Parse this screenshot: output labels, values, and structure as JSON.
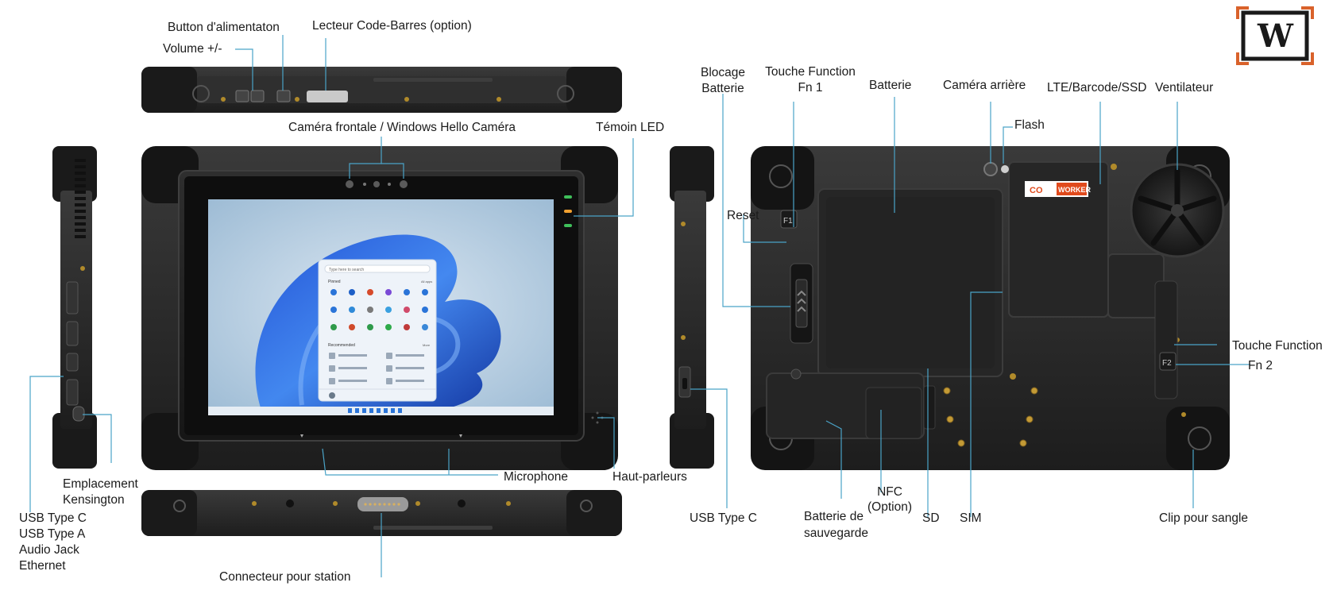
{
  "labels": {
    "power_button": "Button d'alimentaton",
    "volume": "Volume +/-",
    "barcode_reader": "Lecteur Code-Barres (option)",
    "front_camera": "Caméra frontale / Windows Hello Caméra",
    "led": "Témoin LED",
    "microphone": "Microphone",
    "speakers": "Haut-parleurs",
    "kensington_1": "Emplacement",
    "kensington_2": "Kensington",
    "ports": [
      "USB Type C",
      "USB Type A",
      "Audio Jack",
      "Ethernet"
    ],
    "dock_connector": "Connecteur pour station",
    "usb_c_side": "USB Type C",
    "battery_lock_1": "Blocage",
    "battery_lock_2": "Batterie",
    "fn1_1": "Touche Function",
    "fn1_2": "Fn 1",
    "battery": "Batterie",
    "rear_camera": "Caméra arrière",
    "flash": "Flash",
    "lte": "LTE/Barcode/SSD",
    "fan": "Ventilateur",
    "reset": "Reset",
    "fn2_1": "Touche Function",
    "fn2_2": "Fn 2",
    "backup_battery_1": "Batterie de",
    "backup_battery_2": "sauvegarde",
    "nfc_1": "NFC",
    "nfc_2": "(Option)",
    "sd": "SD",
    "sim": "SIM",
    "strap_clip": "Clip pour sangle"
  },
  "device_marks": {
    "brand_sticker_1": "CO",
    "brand_sticker_2": "WORKER",
    "key_f1": "F1",
    "key_f2": "F2",
    "search_placeholder": "Type here to search",
    "pinned": "Pinned",
    "recommended": "Recommended",
    "all_apps": "All apps",
    "more": "More"
  },
  "logo": {
    "letter": "W",
    "accent": "#d9622b"
  },
  "colors": {
    "leader": "#4aa3c7",
    "body": "#2a2a2a",
    "screen": "#a9c6dd"
  }
}
